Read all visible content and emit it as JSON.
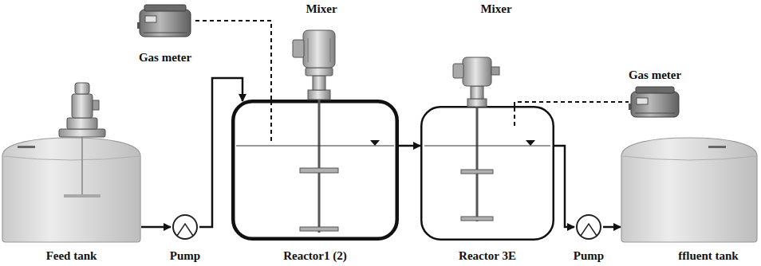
{
  "diagram": {
    "nodes": [
      {
        "text": [
          "Feed tank"
        ]
      },
      {
        "text": [
          "Pump"
        ]
      },
      {
        "text": [
          "Reactor1 (2)"
        ]
      },
      {
        "text": [
          "Reactor 3E"
        ]
      },
      {
        "text": [
          "Pump"
        ]
      },
      {
        "text": [
          "ffluent tank"
        ]
      },
      {
        "text": [
          "Gas meter"
        ]
      },
      {
        "text": [
          "Gas meter"
        ]
      }
    ],
    "edges": [
      {
        "from": 0,
        "to": 1,
        "arrow": "to"
      },
      {
        "from": 1,
        "to": 2,
        "arrow": "to"
      },
      {
        "from": 2,
        "to": 3,
        "arrow": "to"
      },
      {
        "from": 3,
        "to": 4,
        "arrow": "to"
      },
      {
        "from": 4,
        "to": 5,
        "arrow": "to"
      },
      {
        "from": 2,
        "to": 6,
        "arrow": "none"
      },
      {
        "from": 3,
        "to": 7,
        "arrow": "none"
      }
    ],
    "labels": [
      "Mixer",
      "Mixer"
    ]
  }
}
